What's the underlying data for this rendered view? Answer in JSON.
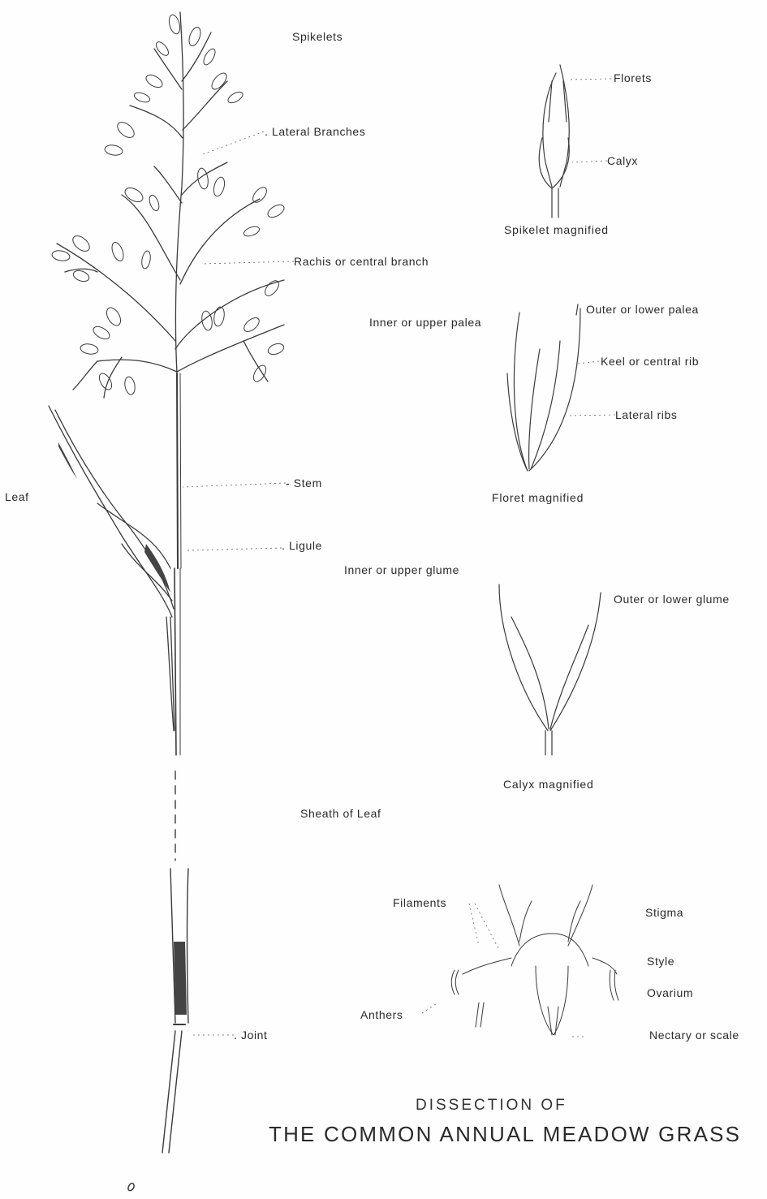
{
  "labels": {
    "spikelets": "Spikelets",
    "lateral_branches": ". Lateral Branches",
    "rachis": "Rachis or central branch",
    "leaf": "Leaf",
    "stem": "- Stem",
    "ligule": ". Ligule",
    "sheath": "Sheath of Leaf",
    "joint": ". Joint",
    "florets": "Florets",
    "calyx": "Calyx",
    "spikelet_magnified": "Spikelet magnified",
    "inner_upper_palea": "Inner or upper palea",
    "outer_lower_palea": "Outer or lower palea",
    "keel": "Keel or central rib",
    "lateral_ribs": "Lateral ribs",
    "floret_magnified": "Floret magnified",
    "inner_upper_glume": "Inner or upper glume",
    "outer_lower_glume": "Outer or lower glume",
    "calyx_magnified": "Calyx magnified",
    "filaments": "Filaments",
    "stigma": "Stigma",
    "style": "Style",
    "ovarium": "Ovarium",
    "anthers": "Anthers",
    "nectary": "Nectary or scale"
  },
  "title": {
    "line1": "DISSECTION OF",
    "line2": "THE COMMON ANNUAL MEADOW GRASS"
  }
}
